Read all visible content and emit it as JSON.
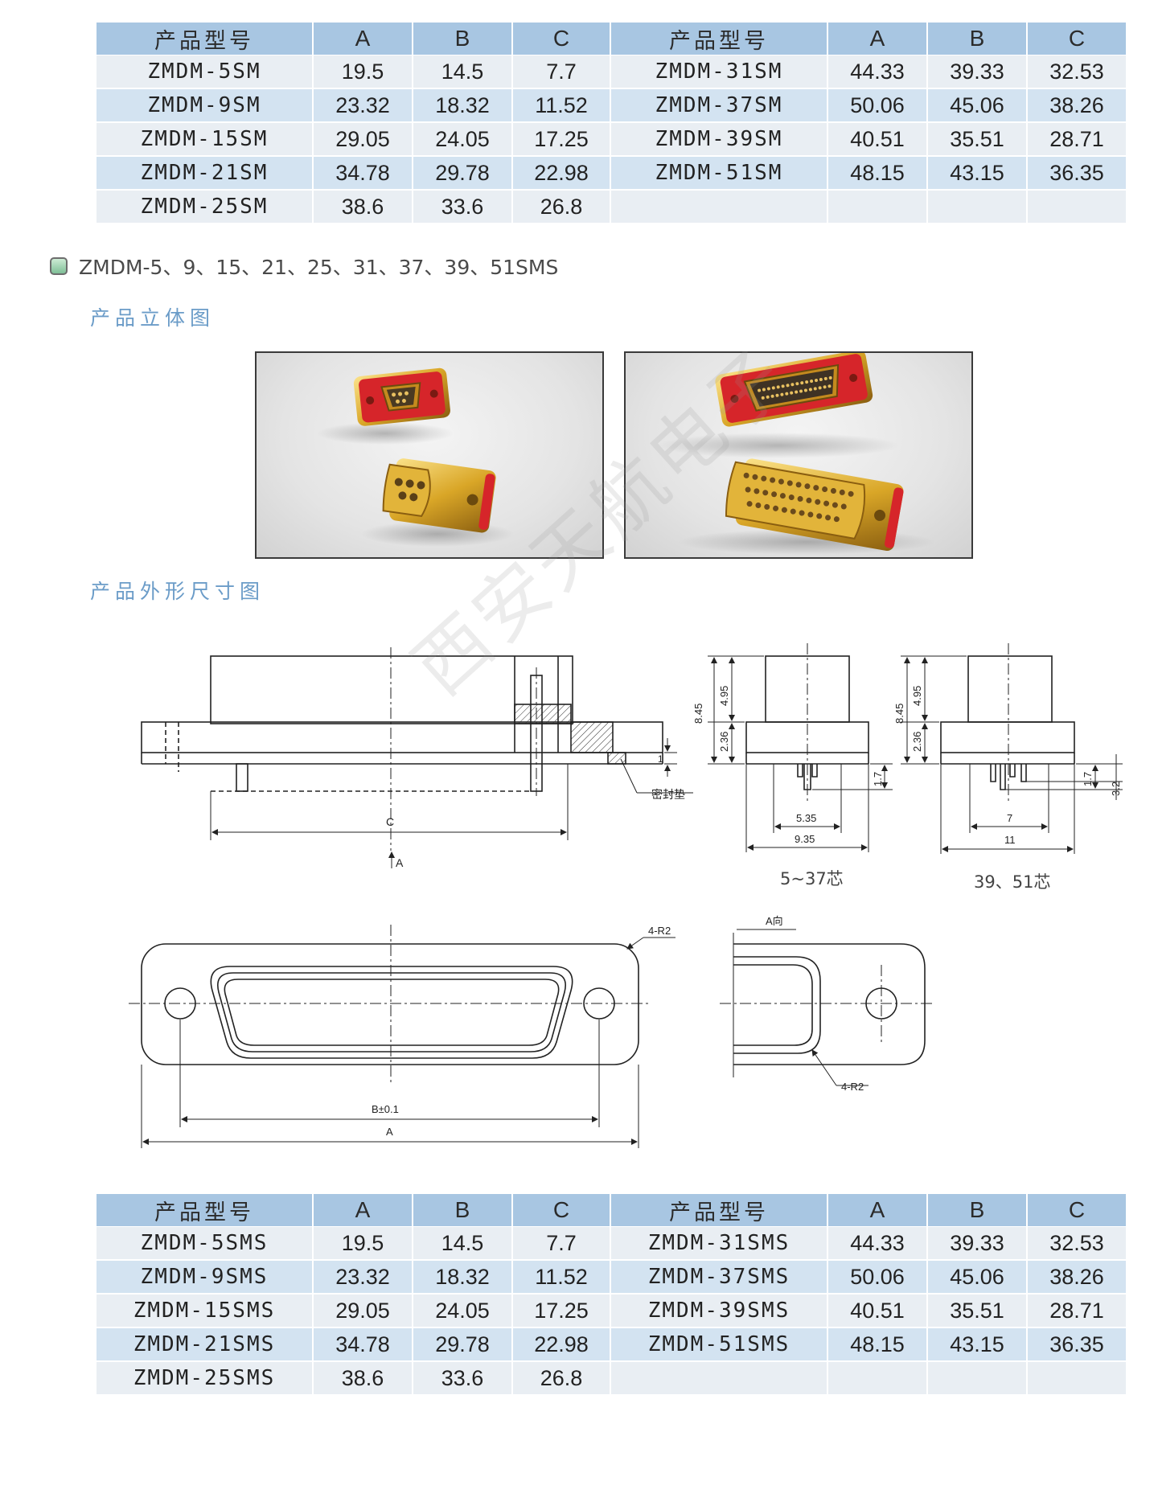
{
  "tables": {
    "top": {
      "headers": [
        "产品型号",
        "A",
        "B",
        "C",
        "产品型号",
        "A",
        "B",
        "C"
      ],
      "rows": [
        [
          "ZMDM-5SM",
          "19.5",
          "14.5",
          "7.7",
          "ZMDM-31SM",
          "44.33",
          "39.33",
          "32.53"
        ],
        [
          "ZMDM-9SM",
          "23.32",
          "18.32",
          "11.52",
          "ZMDM-37SM",
          "50.06",
          "45.06",
          "38.26"
        ],
        [
          "ZMDM-15SM",
          "29.05",
          "24.05",
          "17.25",
          "ZMDM-39SM",
          "40.51",
          "35.51",
          "28.71"
        ],
        [
          "ZMDM-21SM",
          "34.78",
          "29.78",
          "22.98",
          "ZMDM-51SM",
          "48.15",
          "43.15",
          "36.35"
        ],
        [
          "ZMDM-25SM",
          "38.6",
          "33.6",
          "26.8",
          "",
          "",
          "",
          ""
        ]
      ]
    },
    "bottom": {
      "headers": [
        "产品型号",
        "A",
        "B",
        "C",
        "产品型号",
        "A",
        "B",
        "C"
      ],
      "rows": [
        [
          "ZMDM-5SMS",
          "19.5",
          "14.5",
          "7.7",
          "ZMDM-31SMS",
          "44.33",
          "39.33",
          "32.53"
        ],
        [
          "ZMDM-9SMS",
          "23.32",
          "18.32",
          "11.52",
          "ZMDM-37SMS",
          "50.06",
          "45.06",
          "38.26"
        ],
        [
          "ZMDM-15SMS",
          "29.05",
          "24.05",
          "17.25",
          "ZMDM-39SMS",
          "40.51",
          "35.51",
          "28.71"
        ],
        [
          "ZMDM-21SMS",
          "34.78",
          "29.78",
          "22.98",
          "ZMDM-51SMS",
          "48.15",
          "43.15",
          "36.35"
        ],
        [
          "ZMDM-25SMS",
          "38.6",
          "33.6",
          "26.8",
          "",
          "",
          "",
          ""
        ]
      ]
    }
  },
  "series": {
    "title": "ZMDM-5、9、15、21、25、31、37、39、51SMS",
    "icon": "square-bullet-icon"
  },
  "sections": {
    "photos_heading": "产品立体图",
    "dimensions_heading": "产品外形尺寸图"
  },
  "drawing": {
    "side_labels": {
      "c": "C",
      "a_arrow": "A",
      "seal": "密封垫",
      "thk": "1"
    },
    "view_5_37": {
      "h_total": "8.45",
      "h_top": "4.95",
      "h_flange": "2.36",
      "pin": "1.7",
      "w_inner": "5.35",
      "w_outer": "9.35",
      "caption": "5~37芯"
    },
    "view_39_51": {
      "h_total": "8.45",
      "h_top": "4.95",
      "h_flange": "2.36",
      "pin": "1.7",
      "pin2": "3.2",
      "w_inner": "7",
      "w_outer": "11",
      "caption": "39、51芯"
    },
    "plan_labels": {
      "radius": "4-R2",
      "b": "B±0.1",
      "a": "A"
    },
    "a_view_labels": {
      "title": "A向",
      "radius": "4-R2"
    }
  },
  "watermark": "西安天航电子",
  "colors": {
    "header_bg": "#a8c6e2",
    "row_light": "#e9eef3",
    "row_blue": "#d3e3f1",
    "heading_blue": "#6b9cc8",
    "connector_red": "#d6252a",
    "connector_gold": "#d9a627"
  }
}
